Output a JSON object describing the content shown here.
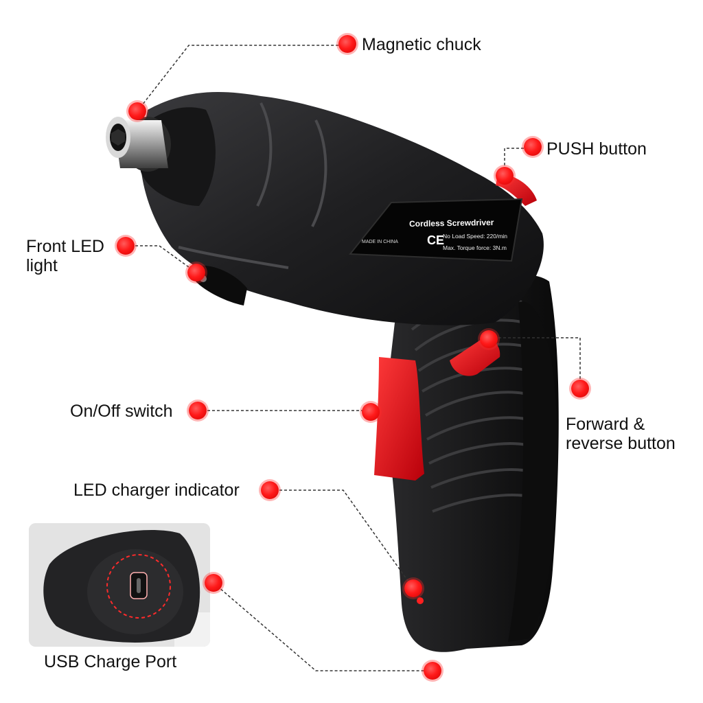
{
  "product": {
    "label_plate": {
      "title": "Cordless Screwdriver",
      "spec_speed": "No Load Speed: 220/min",
      "spec_torque": "Max. Torque force: 3N.m",
      "origin": "MADE IN CHINA",
      "ce_mark": "CE"
    }
  },
  "callouts": {
    "magnetic_chuck": "Magnetic chuck",
    "push_button": "PUSH button",
    "front_led": "Front LED\nlight",
    "forward_reverse": "Forward &\nreverse button",
    "on_off": "On/Off switch",
    "led_indicator": "LED charger indicator",
    "usb_port": "USB Charge Port"
  },
  "colors": {
    "accent": "#ff1a1a",
    "body": "#1c1c1e",
    "trigger": "#e8141c",
    "leader_line": "#333333"
  }
}
